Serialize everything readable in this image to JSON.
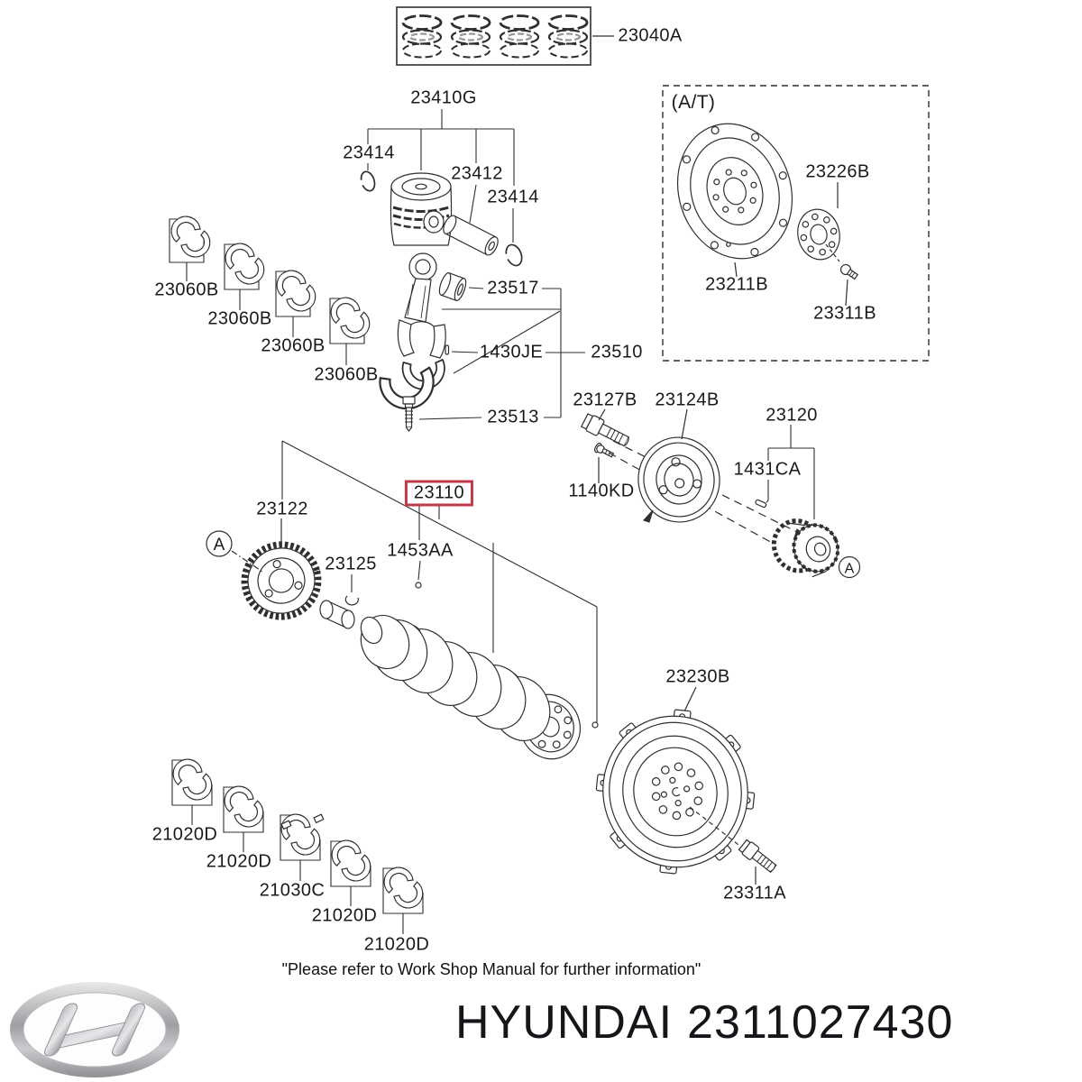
{
  "doc": {
    "type": "parts-diagram",
    "footer_note": "\"Please refer to Work Shop Manual for further information\"",
    "at_group_label": "(A/T)",
    "highlight_color": "#c03a48",
    "line_color": "#2f2f2f"
  },
  "brand": {
    "name": "HYUNDAI",
    "part_number": "2311027430",
    "logo": "hyundai-logo"
  },
  "markers": {
    "left": "A",
    "right": "A"
  },
  "parts": [
    {
      "id": "piston-ring-set",
      "code": "23040A"
    },
    {
      "id": "piston-assembly",
      "code": "23410G"
    },
    {
      "id": "snap-ring-left",
      "code": "23414"
    },
    {
      "id": "piston-pin",
      "code": "23412"
    },
    {
      "id": "snap-ring-right",
      "code": "23414"
    },
    {
      "id": "rod-small-end-bushing",
      "code": "23517"
    },
    {
      "id": "rod-guide-pin",
      "code": "1430JE"
    },
    {
      "id": "connecting-rod-assembly",
      "code": "23510"
    },
    {
      "id": "connecting-rod-bolt",
      "code": "23513"
    },
    {
      "id": "rod-bearing-1",
      "code": "23060B"
    },
    {
      "id": "rod-bearing-2",
      "code": "23060B"
    },
    {
      "id": "rod-bearing-3",
      "code": "23060B"
    },
    {
      "id": "rod-bearing-4",
      "code": "23060B"
    },
    {
      "id": "drive-plate",
      "code": "23211B"
    },
    {
      "id": "adapter-plate",
      "code": "23226B"
    },
    {
      "id": "drive-plate-bolt",
      "code": "23311B"
    },
    {
      "id": "pulley-bolt",
      "code": "23127B"
    },
    {
      "id": "crankshaft-pulley",
      "code": "23124B"
    },
    {
      "id": "crankshaft-sprocket",
      "code": "23120"
    },
    {
      "id": "woodruff-key",
      "code": "1431CA"
    },
    {
      "id": "washer-bolt",
      "code": "1140KD"
    },
    {
      "id": "timing-gear",
      "code": "23122"
    },
    {
      "id": "crankshaft",
      "code": "23110",
      "highlighted": true
    },
    {
      "id": "dowel-pin",
      "code": "1453AA"
    },
    {
      "id": "crank-key",
      "code": "23125"
    },
    {
      "id": "flywheel",
      "code": "23230B"
    },
    {
      "id": "flywheel-bolt",
      "code": "23311A"
    },
    {
      "id": "main-bearing-1",
      "code": "21020D"
    },
    {
      "id": "main-bearing-2",
      "code": "21020D"
    },
    {
      "id": "thrust-bearing-center",
      "code": "21030C"
    },
    {
      "id": "main-bearing-3",
      "code": "21020D"
    },
    {
      "id": "main-bearing-4",
      "code": "21020D"
    }
  ]
}
